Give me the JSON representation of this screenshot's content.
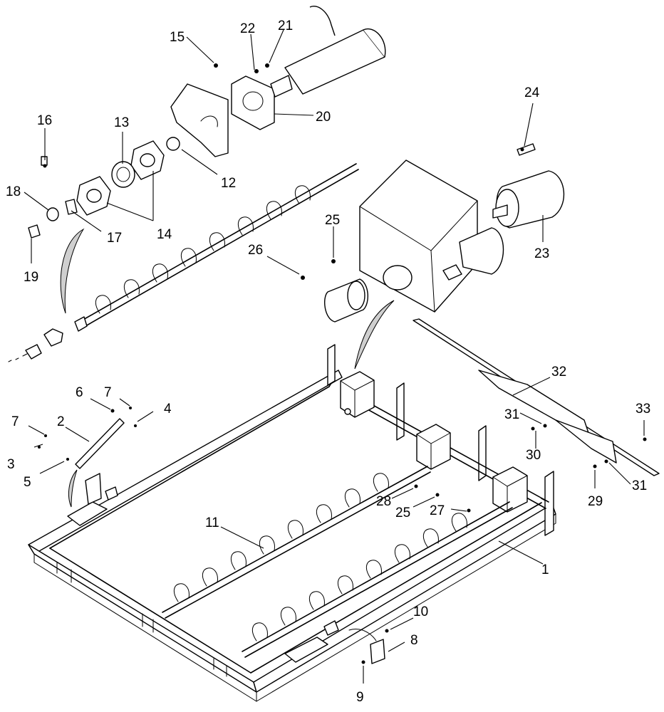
{
  "diagram": {
    "callouts": [
      {
        "id": "c1",
        "label": "1"
      },
      {
        "id": "c2",
        "label": "2"
      },
      {
        "id": "c3",
        "label": "3"
      },
      {
        "id": "c4",
        "label": "4"
      },
      {
        "id": "c5",
        "label": "5"
      },
      {
        "id": "c6",
        "label": "6"
      },
      {
        "id": "c7a",
        "label": "7"
      },
      {
        "id": "c7b",
        "label": "7"
      },
      {
        "id": "c8",
        "label": "8"
      },
      {
        "id": "c9",
        "label": "9"
      },
      {
        "id": "c10",
        "label": "10"
      },
      {
        "id": "c11",
        "label": "11"
      },
      {
        "id": "c12",
        "label": "12"
      },
      {
        "id": "c13",
        "label": "13"
      },
      {
        "id": "c14",
        "label": "14"
      },
      {
        "id": "c15",
        "label": "15"
      },
      {
        "id": "c16",
        "label": "16"
      },
      {
        "id": "c17",
        "label": "17"
      },
      {
        "id": "c18",
        "label": "18"
      },
      {
        "id": "c19",
        "label": "19"
      },
      {
        "id": "c20",
        "label": "20"
      },
      {
        "id": "c21",
        "label": "21"
      },
      {
        "id": "c22",
        "label": "22"
      },
      {
        "id": "c23",
        "label": "23"
      },
      {
        "id": "c24",
        "label": "24"
      },
      {
        "id": "c25a",
        "label": "25"
      },
      {
        "id": "c25b",
        "label": "25"
      },
      {
        "id": "c26",
        "label": "26"
      },
      {
        "id": "c27",
        "label": "27"
      },
      {
        "id": "c28",
        "label": "28"
      },
      {
        "id": "c29",
        "label": "29"
      },
      {
        "id": "c30",
        "label": "30"
      },
      {
        "id": "c31a",
        "label": "31"
      },
      {
        "id": "c31b",
        "label": "31"
      },
      {
        "id": "c32",
        "label": "32"
      },
      {
        "id": "c33",
        "label": "33"
      }
    ]
  }
}
